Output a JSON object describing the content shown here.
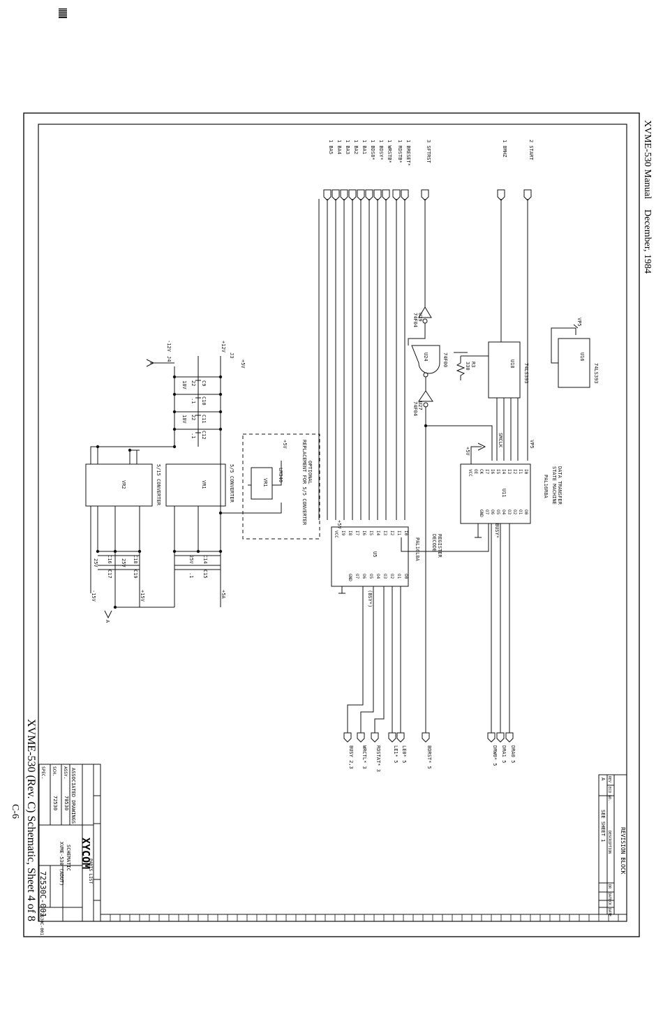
{
  "header": {
    "manual": "XVME-530 Manual",
    "date": "December, 1984"
  },
  "footer": {
    "caption": "XVME-530 (Rev. C) Schematic, Sheet 4 of 8",
    "page": "C-6"
  },
  "title_block": {
    "company": "XYCOM",
    "title_line1": "SCHEMATIC",
    "title_line2": "XVME-530 (ADUT)",
    "drawing_number": "72530C-001",
    "drawing_number_small": "72530C-001",
    "assoc_label": "ASSOCIATED DRAWINGS",
    "spec": "SPEC.",
    "sch": "SCH.",
    "assy": "ASSY.",
    "sch_no": "72530",
    "assy_no": "70530",
    "parts_list": "PARTS LIST"
  },
  "revision_block": {
    "title": "REVISION BLOCK",
    "rev": "A",
    "description": "SEE SHEET 1",
    "col_rev": "REV",
    "col_eco": "ECO NO.",
    "col_desc": "DESCRIPTION",
    "col_dr": "DR",
    "col_date": "DATE",
    "col_ck": "CK",
    "col_date2": "DATE"
  },
  "input_signals": [
    "2 START",
    "1 8MHZ",
    "3 SFTRST",
    "1 BRESET*",
    "1 RDSTB*",
    "1 WRSTB*",
    "1 BDSY*",
    "1 BDS8*",
    "1 BA1",
    "1 BA2",
    "1 BA3",
    "1 BA4",
    "1 BA5"
  ],
  "output_signals": [
    "DRA0  5",
    "DRA1  5",
    "DRW0*  5",
    "BDRST*  5",
    "LE0*  5",
    "LE1*  5",
    "RDSTAT*  3",
    "WRCTL*  3",
    "BUSY  2,3"
  ],
  "components": {
    "u16": "74LS393",
    "u16_name": "U16",
    "u18": "74LS393",
    "u18_name": "U18",
    "u11": "PAL16R8A",
    "u11_name": "U11",
    "u11_desc1": "DATA TRANSFER",
    "u11_desc2": "STATE MACHINE",
    "u5": "PAL16L8A",
    "u5_name": "U5",
    "u5_desc1": "REGISTER",
    "u5_desc2": "DECODE",
    "u19": "74F04",
    "u19_name": "U19",
    "u24": "74F00",
    "u24_name": "U24",
    "u27": "74F04",
    "u27_name": "U27",
    "r3": "R3",
    "r3_val": "330",
    "vr1": "VR1",
    "vr2": "VR2",
    "conv1": "5/5 CONVERTER",
    "conv2": "5/15 CONVERTER",
    "lm340": "LM340",
    "optional": "OPTIONAL",
    "replacement": "REPLACEMENT FOR 5/5 CONVERTER",
    "c9": "C9",
    "c10": "C10",
    "c11": "C11",
    "c12": "C12",
    "c14": "C14",
    "c15": "C15",
    "c16": "C16",
    "c17": "C17",
    "c18": "C18",
    "c19": "C19",
    "cap22": "22",
    "cap01": ".1",
    "v18": "18V",
    "v25": "25V"
  },
  "power_labels": {
    "vp5": "VP5",
    "p5v": "+5V",
    "p12v": "+12V",
    "m12v": "-12V",
    "p15v": "+15V",
    "m15v": "-15V",
    "p5a": "+5A",
    "j3": "J3",
    "j4": "J4",
    "a": "A",
    "busy": "BUSY*",
    "bsy": "(BSY*)",
    "smclk": "SMCLK"
  },
  "pal_pins": {
    "u11_in": [
      "I0",
      "I1",
      "I2",
      "I3",
      "I4",
      "I5",
      "I6",
      "I7",
      "CK",
      "OE",
      "VCC"
    ],
    "u11_out": [
      "O0",
      "O1",
      "O2",
      "O3",
      "O4",
      "O5",
      "O6",
      "O7",
      "GND"
    ],
    "u5_in": [
      "I0",
      "I1",
      "I2",
      "I3",
      "I4",
      "I5",
      "I6",
      "I7",
      "I8",
      "I9",
      "VCC"
    ],
    "u5_out": [
      "O0",
      "O1",
      "O2",
      "O3",
      "O4",
      "O5",
      "O6",
      "O7",
      "GND"
    ]
  }
}
